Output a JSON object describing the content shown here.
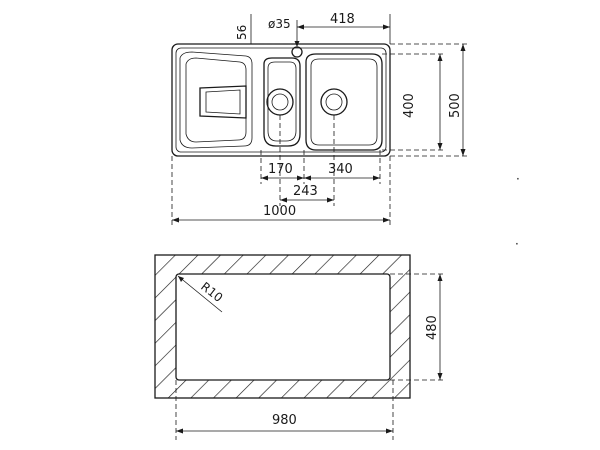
{
  "diagram": {
    "top_view": {
      "dimensions": {
        "tap_offset": "56",
        "tap_hole": "ø35",
        "main_bowl_width": "418",
        "bowl_depth": "400",
        "overall_depth": "500",
        "small_bowl_width": "170",
        "main_bowl_inner": "340",
        "drain_spacing": "243",
        "overall_width": "1000"
      }
    },
    "cutout_view": {
      "dimensions": {
        "corner_radius": "R10",
        "cutout_depth": "480",
        "cutout_width": "980"
      }
    }
  }
}
